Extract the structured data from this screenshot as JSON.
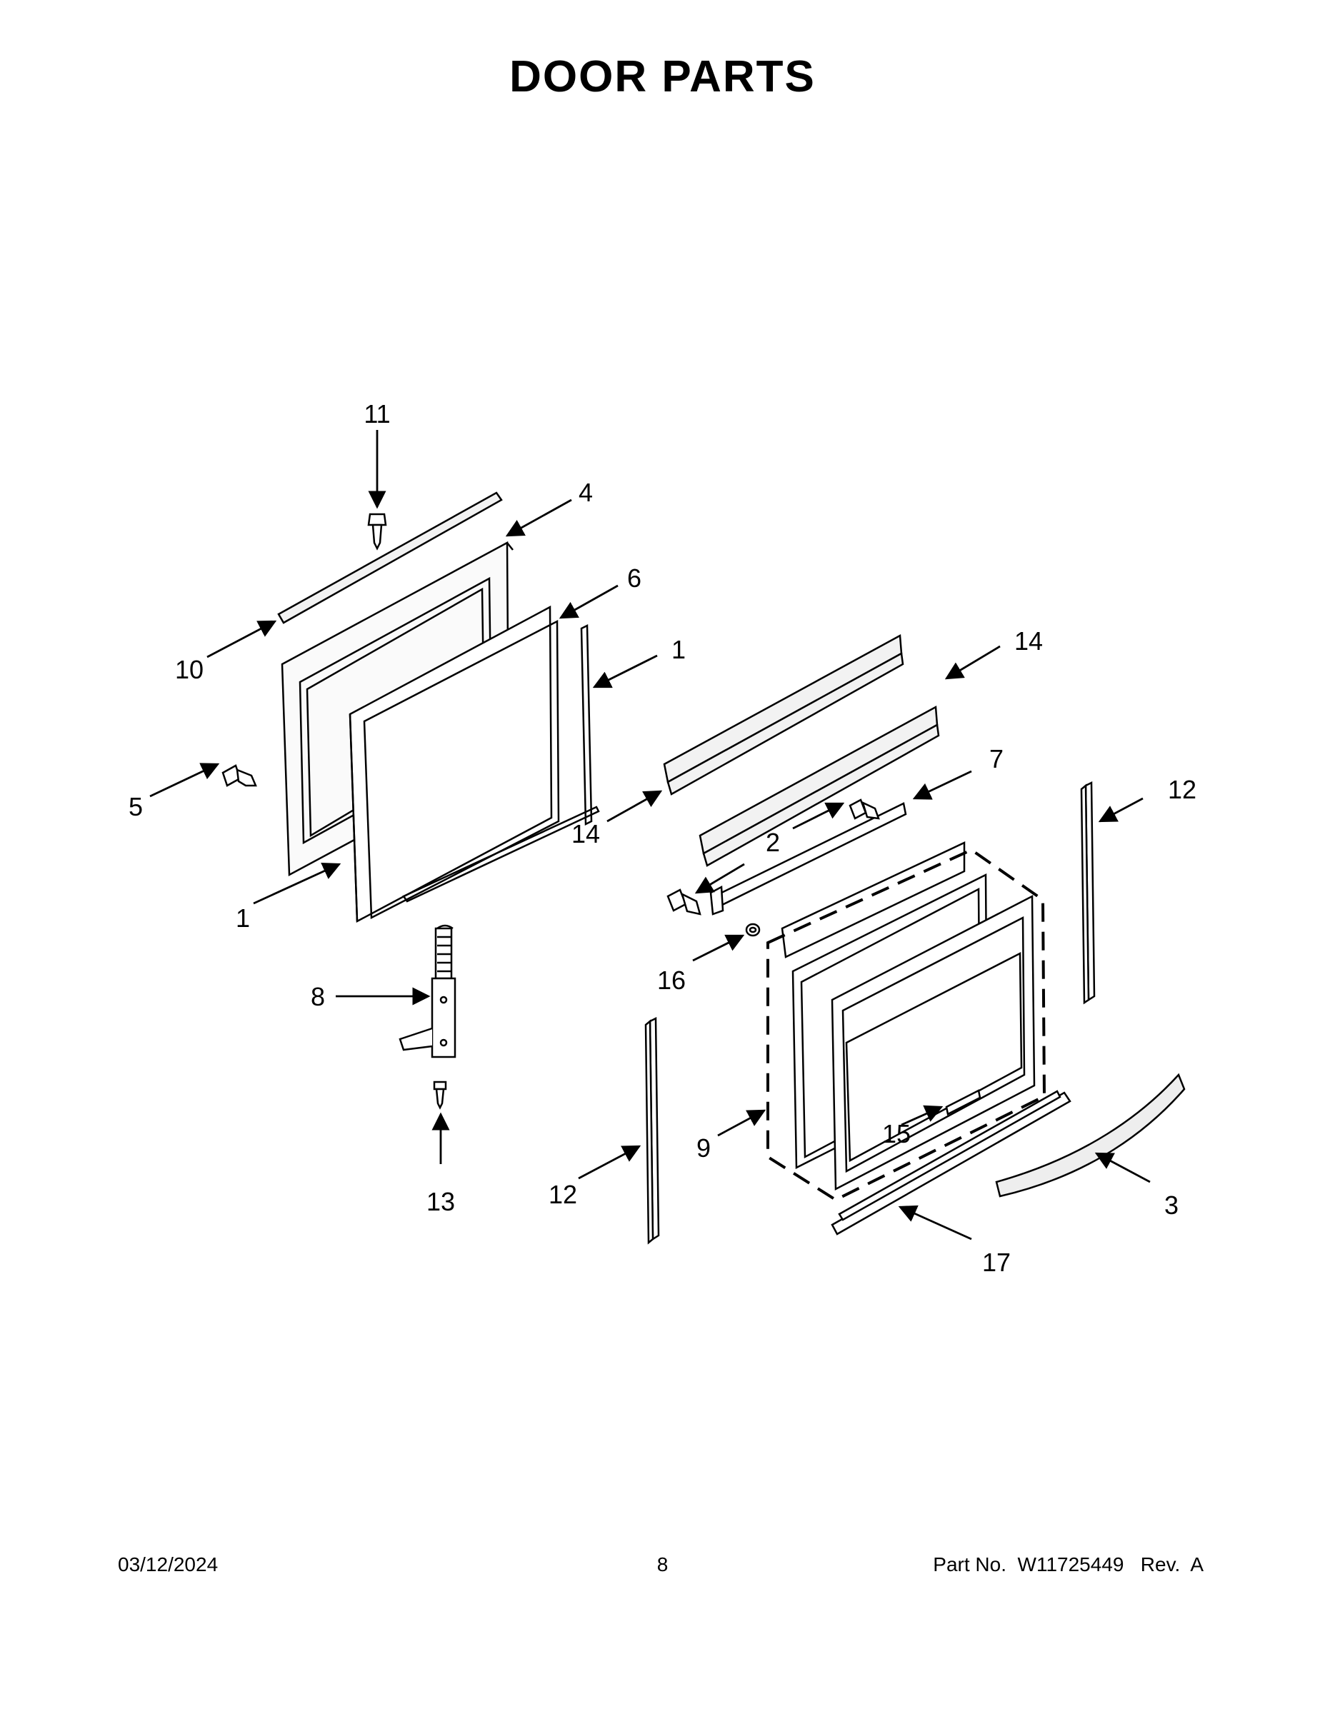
{
  "title": "DOOR PARTS",
  "callouts": {
    "c1a": "1",
    "c1b": "1",
    "c2": "2",
    "c3": "3",
    "c4": "4",
    "c5": "5",
    "c6": "6",
    "c7": "7",
    "c8": "8",
    "c9": "9",
    "c10": "10",
    "c11": "11",
    "c12a": "12",
    "c12b": "12",
    "c13": "13",
    "c14a": "14",
    "c14b": "14",
    "c15": "15",
    "c16": "16",
    "c17": "17"
  },
  "footer": {
    "date": "03/12/2024",
    "page": "8",
    "part_no": "Part No.  W11725449   Rev.  A"
  }
}
